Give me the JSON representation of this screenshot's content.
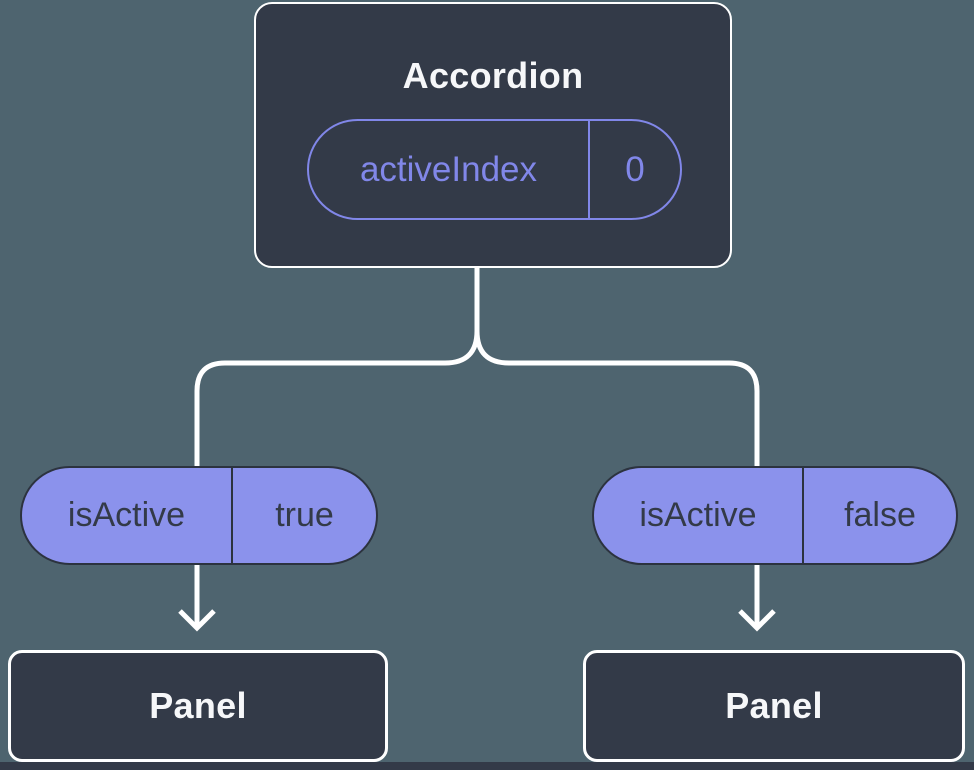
{
  "diagram": {
    "root_node": {
      "title": "Accordion",
      "prop": {
        "name": "activeIndex",
        "value": "0"
      }
    },
    "branches": [
      {
        "prop": {
          "name": "isActive",
          "value": "true"
        },
        "child": {
          "title": "Panel"
        }
      },
      {
        "prop": {
          "name": "isActive",
          "value": "false"
        },
        "child": {
          "title": "Panel"
        }
      }
    ]
  },
  "icons": {
    "arrow_left": "arrow-down-chevron",
    "arrow_right": "arrow-down-chevron"
  },
  "colors": {
    "background": "#4e646f",
    "node_fill": "#333a48",
    "node_border": "#ffffff",
    "accent_purple": "#8187e9",
    "pill_fill": "#8b92ec",
    "pill_border": "#2c333f",
    "pill_text": "#333a48",
    "title_text": "#f6f7f9",
    "connector": "#ffffff"
  }
}
